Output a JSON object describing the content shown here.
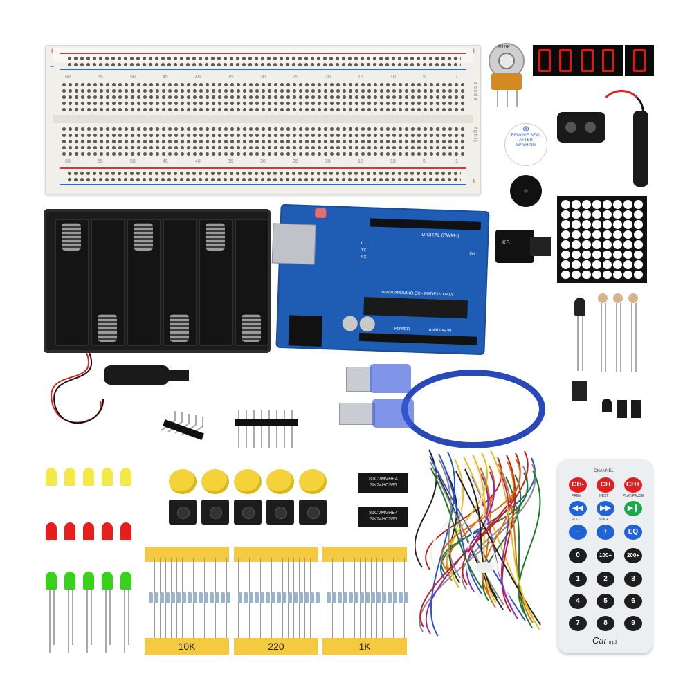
{
  "breadboard": {
    "col_numbers_top": [
      "60",
      "55",
      "50",
      "45",
      "40",
      "35",
      "30",
      "25",
      "20",
      "15",
      "10",
      "5",
      "1"
    ],
    "col_numbers_bottom": [
      "60",
      "55",
      "50",
      "45",
      "40",
      "35",
      "30",
      "25",
      "20",
      "15",
      "10",
      "5",
      "1"
    ],
    "row_letters_top": "a b c d e",
    "row_letters_bottom": "f g h i j",
    "plus": "+",
    "minus": "−"
  },
  "potentiometer": {
    "label": "B10K"
  },
  "buzzer_sticker": {
    "plus": "⊕",
    "text": "REMOVE SEAL AFTER WASHING"
  },
  "arduino": {
    "digital_label": "DIGITAL (PWM~)",
    "brand_text": "WWW.ARDUINO.CC - MADE IN ITALY",
    "analog_label": "ANALOG IN",
    "power_label": "POWER",
    "on_label": "ON",
    "tx_label": "TX",
    "rx_label": "RX",
    "l_label": "L"
  },
  "ics": [
    {
      "line1": "81CVMVHE4",
      "line2": "SN74HC595"
    },
    {
      "line1": "81CVMVHE4",
      "line2": "SN74HC595"
    }
  ],
  "resistor_labels": [
    "10K",
    "220",
    "1K"
  ],
  "remote": {
    "channel_label": "CHANNEL",
    "row1": [
      "CH-",
      "CH",
      "CH+"
    ],
    "row1_sub": [
      "PREV",
      "NEXT",
      "PLAY/PAUSE"
    ],
    "row2_sub": [
      "VOL-",
      "VOL+",
      ""
    ],
    "eq": "EQ",
    "minus": "−",
    "plus": "+",
    "row3": [
      "0",
      "100+",
      "200+"
    ],
    "digits": [
      "1",
      "2",
      "3",
      "4",
      "5",
      "6",
      "7",
      "8",
      "9"
    ],
    "logo_text": "Car",
    "logo_sub": "mp3"
  },
  "ks_label": "KS",
  "colors": {
    "arduino": "#1f5db4",
    "breadboard": "#f1efe9",
    "led_yellow": "#f3e94a",
    "led_red": "#e51e1e",
    "led_green": "#39d11c",
    "resistor_tape": "#f5c940",
    "remote_red": "#e02020",
    "remote_blue": "#1e64d8",
    "remote_green": "#1ea84a",
    "usb_cable": "#2a49b8"
  }
}
